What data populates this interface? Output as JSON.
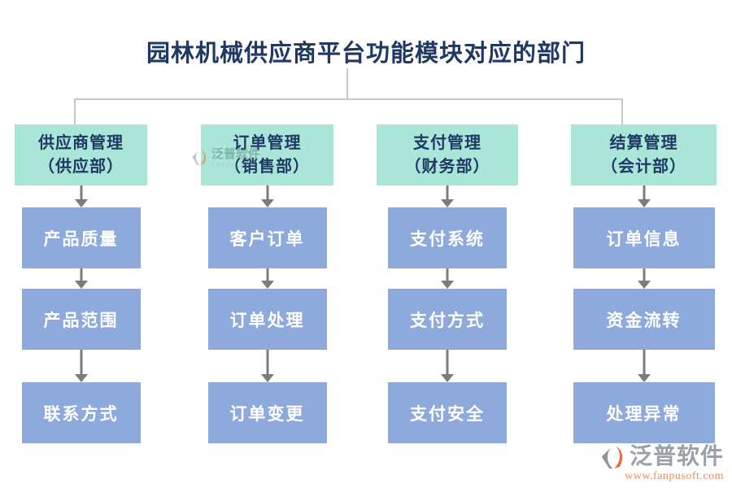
{
  "page": {
    "title": "园林机械供应商平台功能模块对应的部门"
  },
  "columns": [
    {
      "header": "供应商管理",
      "department": "（供应部）",
      "items": [
        "产品质量",
        "产品范围",
        "联系方式"
      ]
    },
    {
      "header": "订单管理",
      "department": "（销售部）",
      "items": [
        "客户订单",
        "订单处理",
        "订单变更"
      ]
    },
    {
      "header": "支付管理",
      "department": "（财务部）",
      "items": [
        "支付系统",
        "支付方式",
        "支付安全"
      ]
    },
    {
      "header": "结算管理",
      "department": "（会计部）",
      "items": [
        "订单信息",
        "资金流转",
        "处理异常"
      ]
    }
  ],
  "watermark": {
    "brand": "泛普软件",
    "sub": "FANPUSOFT"
  },
  "footer_logo": {
    "brand": "泛普软件",
    "url": "www.fanpusoft.com"
  },
  "colors": {
    "title_text": "#1F3864",
    "module_box_bg": "#A9E6D7",
    "module_box_text": "#1F3864",
    "feature_box_bg": "#8EA9DB",
    "feature_box_text": "#FFFFFF",
    "arrow": "#7C7C7C",
    "connector_line": "#C6C6C6",
    "brand_gray": "#99A0A9",
    "brand_orange": "#E2703A",
    "url_orange": "#E98C62"
  }
}
